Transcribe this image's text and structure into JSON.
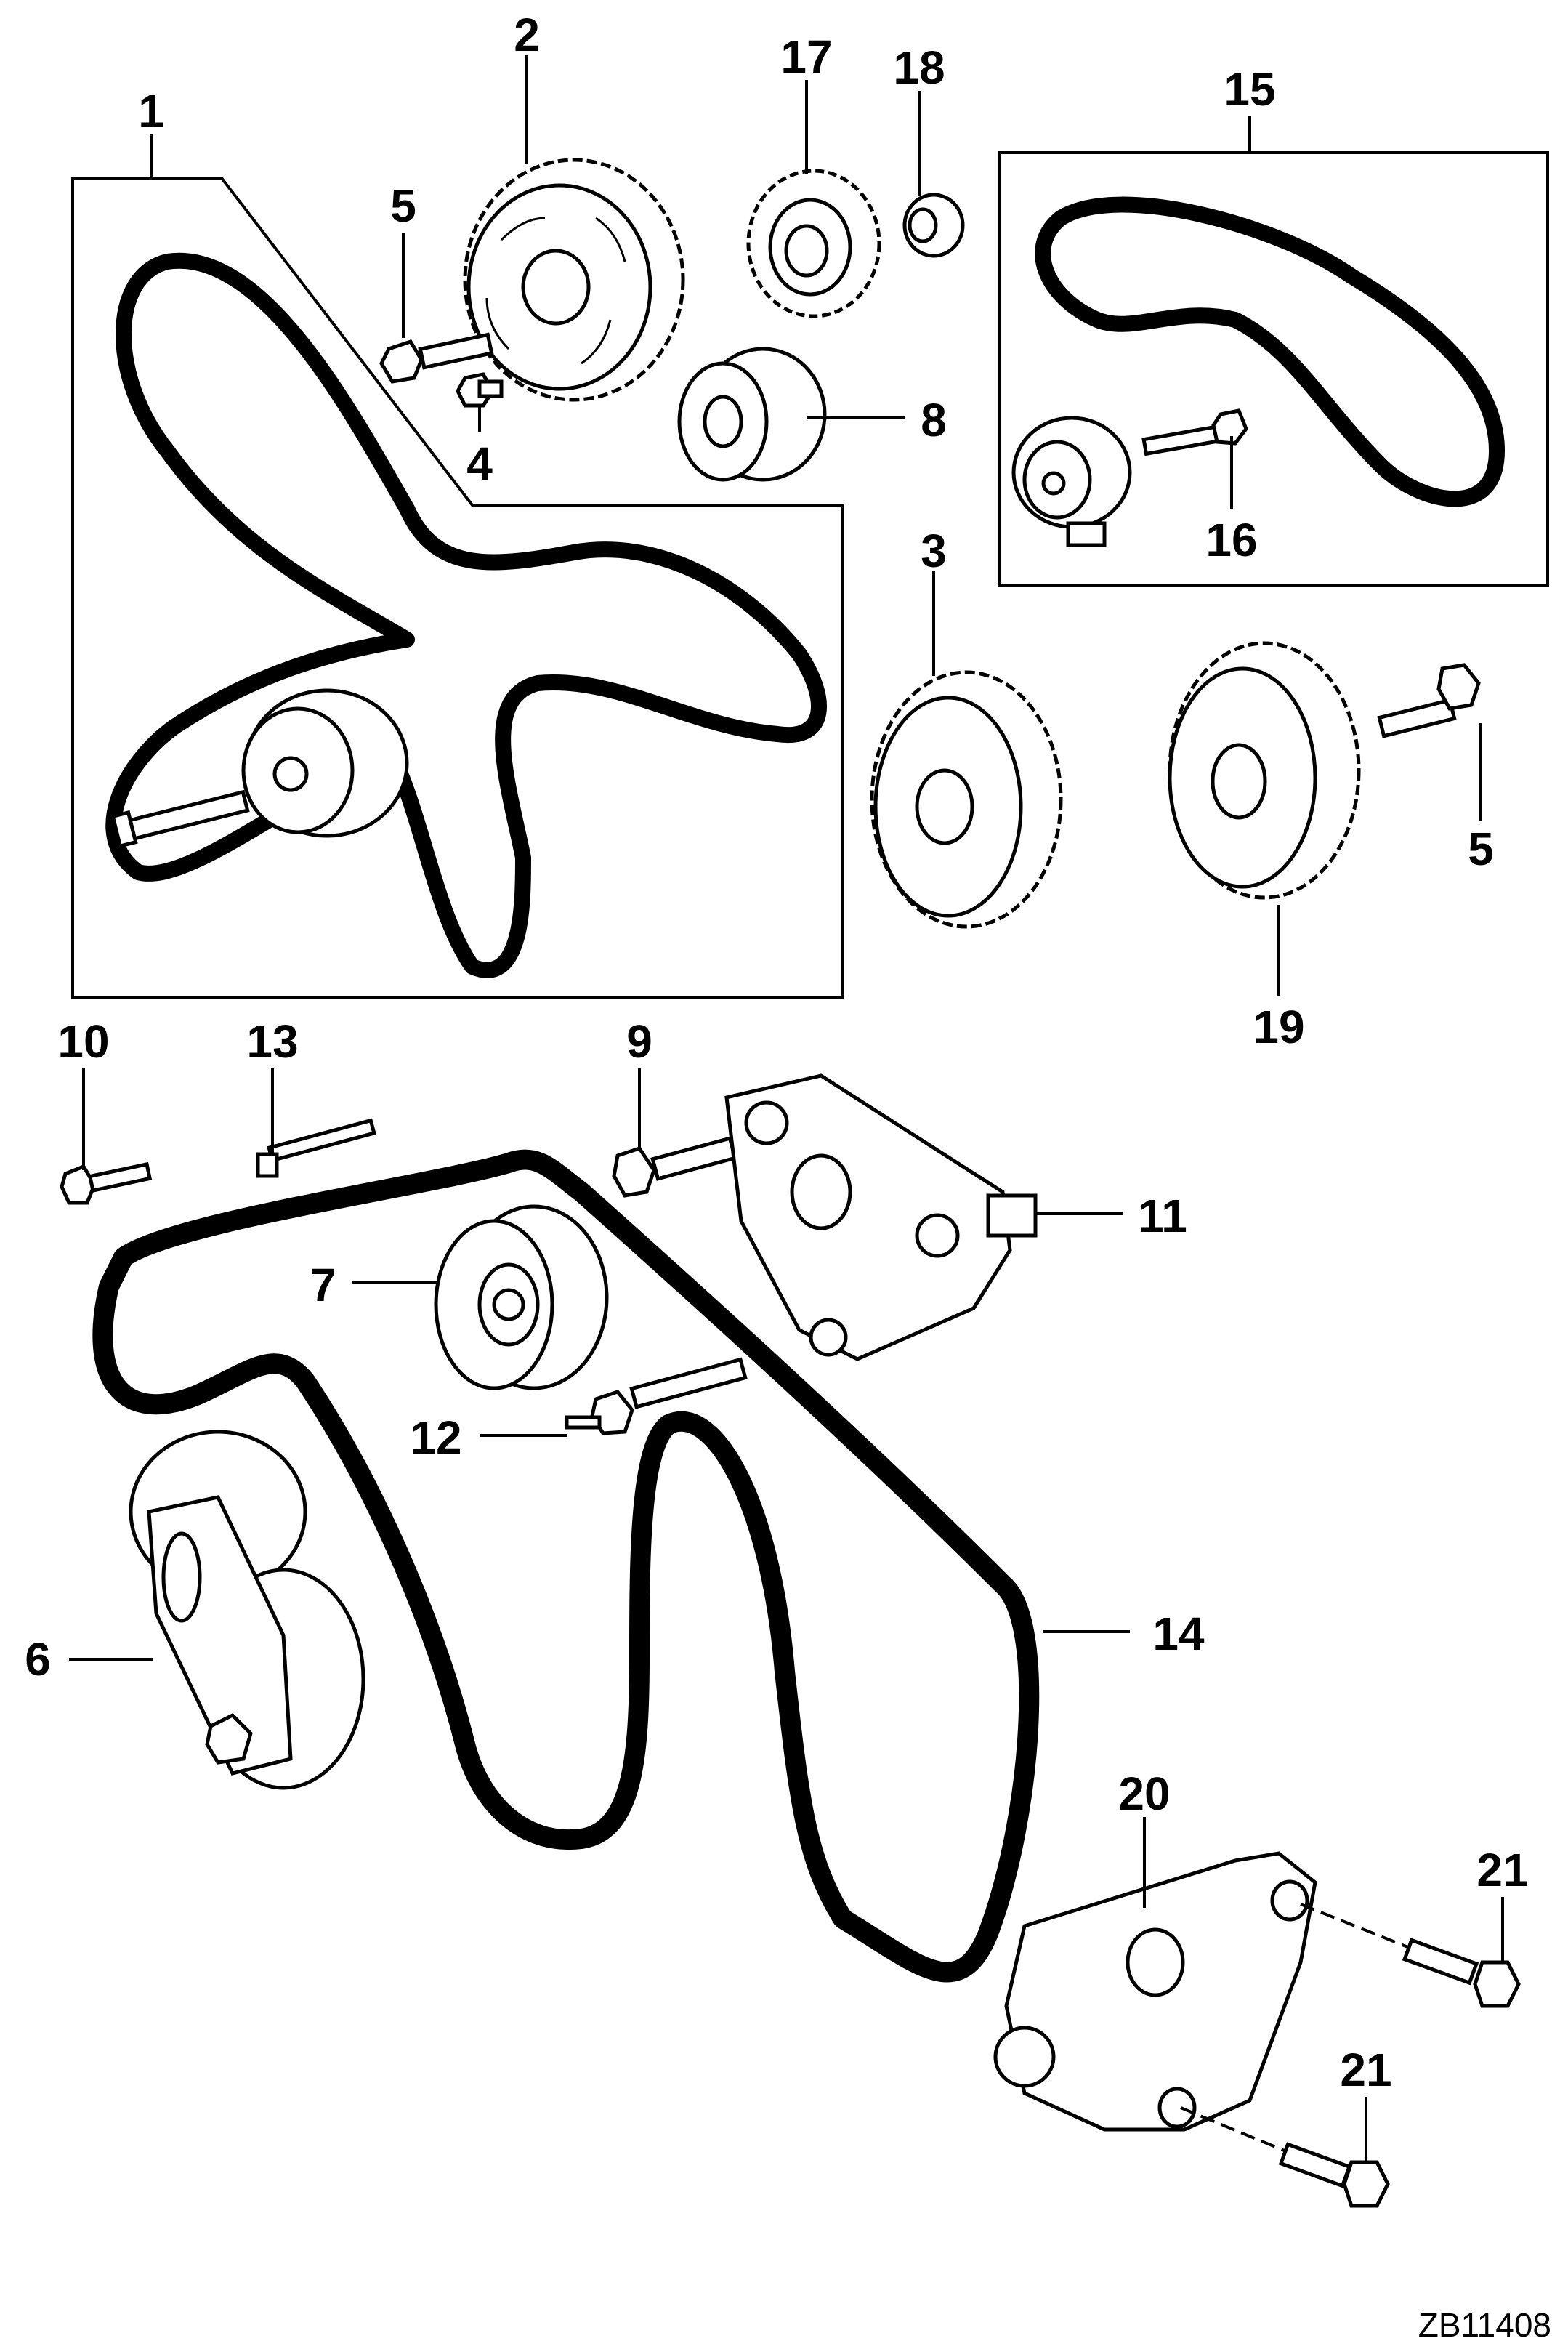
{
  "diagram_ref": "ZB11408",
  "callouts": [
    {
      "id": "1",
      "label": "1"
    },
    {
      "id": "2",
      "label": "2"
    },
    {
      "id": "3",
      "label": "3"
    },
    {
      "id": "4",
      "label": "4"
    },
    {
      "id": "5a",
      "label": "5"
    },
    {
      "id": "5b",
      "label": "5"
    },
    {
      "id": "6",
      "label": "6"
    },
    {
      "id": "7",
      "label": "7"
    },
    {
      "id": "8",
      "label": "8"
    },
    {
      "id": "9",
      "label": "9"
    },
    {
      "id": "10",
      "label": "10"
    },
    {
      "id": "11",
      "label": "11"
    },
    {
      "id": "12",
      "label": "12"
    },
    {
      "id": "13",
      "label": "13"
    },
    {
      "id": "14",
      "label": "14"
    },
    {
      "id": "15",
      "label": "15"
    },
    {
      "id": "16",
      "label": "16"
    },
    {
      "id": "17",
      "label": "17"
    },
    {
      "id": "18",
      "label": "18"
    },
    {
      "id": "19",
      "label": "19"
    },
    {
      "id": "20",
      "label": "20"
    },
    {
      "id": "21a",
      "label": "21"
    },
    {
      "id": "21b",
      "label": "21"
    }
  ]
}
